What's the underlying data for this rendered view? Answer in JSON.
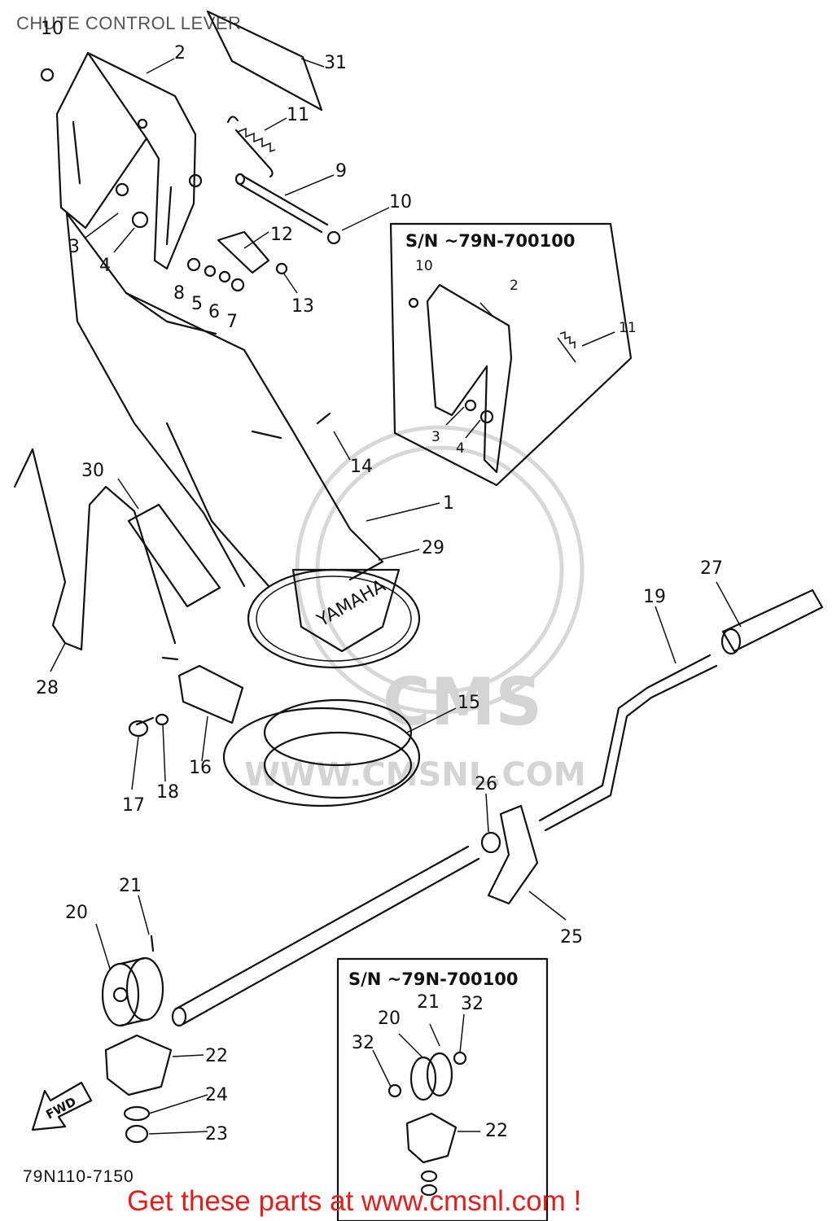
{
  "title": "CHUTE CONTROL LEVER",
  "drawing_code": "79N110-7150",
  "footer": "Get these parts at www.cmsnl.com !",
  "watermark": "WWW.CMSNL.COM",
  "watermark_logo": "CMS",
  "brand_on_chute": "YAMAHA",
  "fwd_arrow": "FWD",
  "inset_top": {
    "label": "S/N ~79N-700100",
    "callouts": [
      "10",
      "2",
      "11",
      "3",
      "4"
    ]
  },
  "inset_bottom": {
    "label": "S/N ~79N-700100",
    "callouts": [
      "21",
      "32",
      "20",
      "32",
      "22"
    ]
  },
  "callouts": [
    "10",
    "2",
    "31",
    "11",
    "9",
    "10",
    "3",
    "4",
    "12",
    "8",
    "5",
    "6",
    "7",
    "13",
    "14",
    "30",
    "1",
    "29",
    "27",
    "19",
    "28",
    "15",
    "16",
    "17",
    "18",
    "26",
    "21",
    "20",
    "25",
    "22",
    "24",
    "23"
  ],
  "colors": {
    "footer": "#e0201c",
    "line": "#111111",
    "watermark": "#d4d4d4"
  }
}
